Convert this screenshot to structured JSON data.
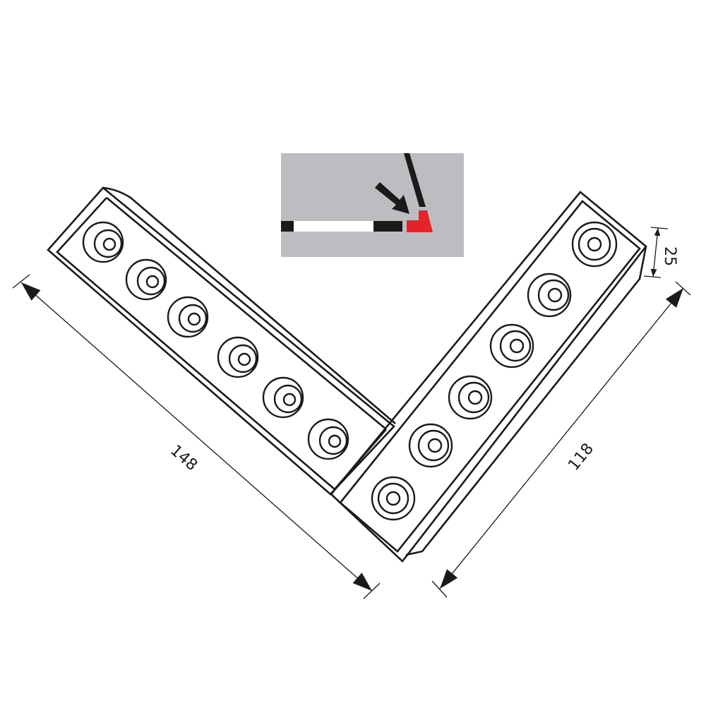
{
  "diagram": {
    "type": "technical-drawing",
    "subject": "corner-connected linear LED spotlight module (two arms joined at an angle)",
    "colors": {
      "line": "#1a1a1a",
      "inset_background": "#bcbdc0",
      "highlight": "#e52329",
      "white": "#ffffff"
    },
    "left_arm": {
      "lens_count": 6,
      "dimension_label": "148"
    },
    "right_arm": {
      "lens_count": 6,
      "dimension_label": "118",
      "width_dimension_label": "25"
    },
    "inset": {
      "description": "detail showing red corner connector at track junction",
      "arrow_pointing_to": "red-corner-connector"
    }
  }
}
